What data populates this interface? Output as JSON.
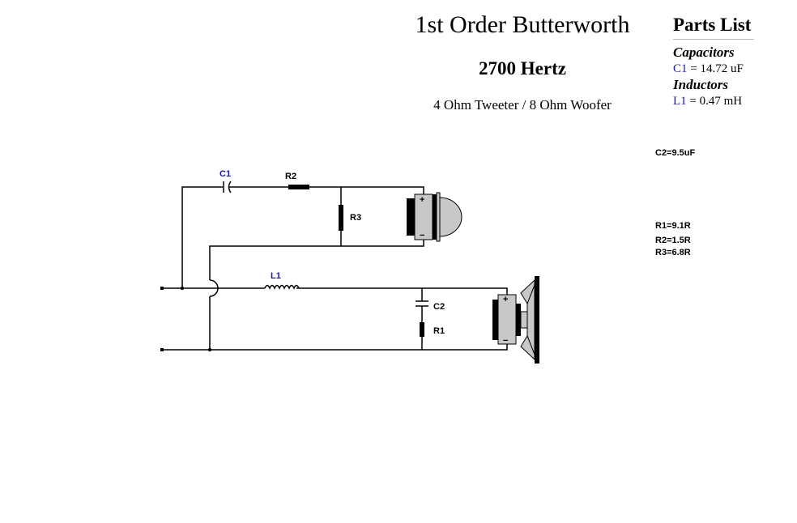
{
  "header": {
    "title": "1st Order Butterworth",
    "frequency": "2700 Hertz",
    "configuration": "4 Ohm Tweeter / 8 Ohm Woofer"
  },
  "parts_list": {
    "title": "Parts List",
    "capacitors_label": "Capacitors",
    "c1_ref": "C1",
    "c1_value": "= 14.72 uF",
    "inductors_label": "Inductors",
    "l1_ref": "L1",
    "l1_value": "= 0.47 mH"
  },
  "notes": {
    "c2": "C2=9.5uF",
    "r1": "R1=9.1R",
    "r2": "R2=1.5R",
    "r3": "R3=6.8R"
  },
  "labels": {
    "c1": "C1",
    "r2": "R2",
    "r3": "R3",
    "l1": "L1",
    "c2": "C2",
    "r1": "R1",
    "plus": "+",
    "minus": "−"
  },
  "colors": {
    "wire": "#000000",
    "label_blue": "#1a1aa0",
    "driver_gray": "#c8c8c8"
  }
}
